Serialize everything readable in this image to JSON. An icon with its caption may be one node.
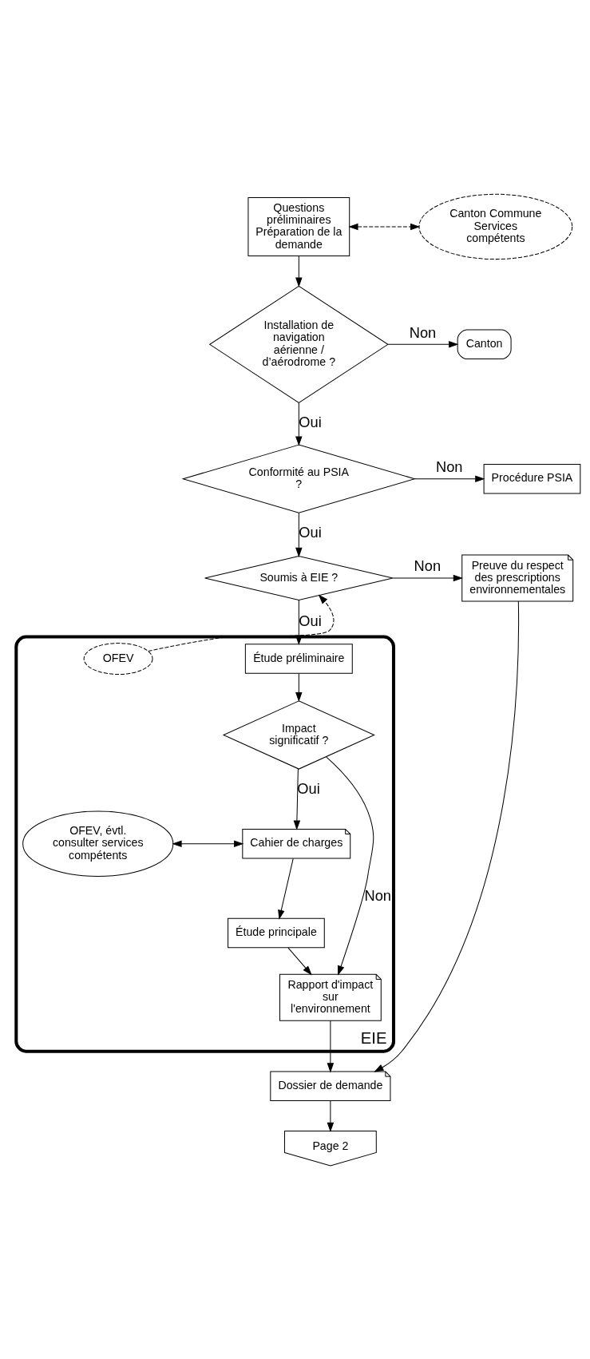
{
  "diagram": {
    "nodes": [
      {
        "text": [
          "Questions préliminaires Préparation de la demande"
        ]
      },
      {
        "text": [
          "Canton Commune Services compétents"
        ]
      },
      {
        "text": [
          "Installation de navigation aérienne / d’aérodrome ?"
        ]
      },
      {
        "text": [
          "Canton"
        ]
      },
      {
        "text": [
          "Conformité au PSIA ?"
        ]
      },
      {
        "text": [
          "Procédure PSIA"
        ]
      },
      {
        "text": [
          "Soumis à EIE ?"
        ]
      },
      {
        "text": [
          "Preuve du respect des prescriptions environnementales"
        ]
      },
      {
        "text": [
          "EIE"
        ]
      },
      {
        "text": [
          "Étude préliminaire"
        ],
        "in": 8
      },
      {
        "text": [
          "OFEV"
        ],
        "in": 8
      },
      {
        "text": [
          "Impact significatif ?"
        ],
        "in": 8
      },
      {
        "text": [
          "Cahier de charges"
        ],
        "in": 8
      },
      {
        "text": [
          "OFEV, évtl. consulter services compétents"
        ],
        "in": 8
      },
      {
        "text": [
          "Étude principale"
        ],
        "in": 8
      },
      {
        "text": [
          "Rapport d'impact sur l'environnement"
        ],
        "in": 8
      },
      {
        "text": [
          "Dossier de demande"
        ]
      },
      {
        "text": [
          "Page 2"
        ]
      }
    ],
    "edges": [
      {
        "from": 0,
        "to": 1,
        "arrow": "both",
        "style": "dashed"
      },
      {
        "from": 0,
        "to": 2,
        "arrow": "to"
      },
      {
        "from": 2,
        "to": 3,
        "arrow": "to",
        "label": "Non"
      },
      {
        "from": 2,
        "to": 4,
        "arrow": "to",
        "label": "Oui"
      },
      {
        "from": 4,
        "to": 5,
        "arrow": "to",
        "label": "Non"
      },
      {
        "from": 4,
        "to": 6,
        "arrow": "to",
        "label": "Oui"
      },
      {
        "from": 6,
        "to": 7,
        "arrow": "to",
        "label": "Non"
      },
      {
        "from": 6,
        "to": 9,
        "arrow": "to",
        "label": "Oui"
      },
      {
        "from": 10,
        "to": 6,
        "arrow": "to",
        "style": "dashed"
      },
      {
        "from": 9,
        "to": 11,
        "arrow": "to"
      },
      {
        "from": 11,
        "to": 12,
        "arrow": "to",
        "label": "Oui"
      },
      {
        "from": 11,
        "to": 15,
        "arrow": "to",
        "label": "Non"
      },
      {
        "from": 12,
        "to": 13,
        "arrow": "both"
      },
      {
        "from": 12,
        "to": 14,
        "arrow": "to"
      },
      {
        "from": 14,
        "to": 15,
        "arrow": "to"
      },
      {
        "from": 15,
        "to": 16,
        "arrow": "to"
      },
      {
        "from": 7,
        "to": 16,
        "arrow": "to"
      },
      {
        "from": 16,
        "to": 17,
        "arrow": "to"
      }
    ]
  }
}
